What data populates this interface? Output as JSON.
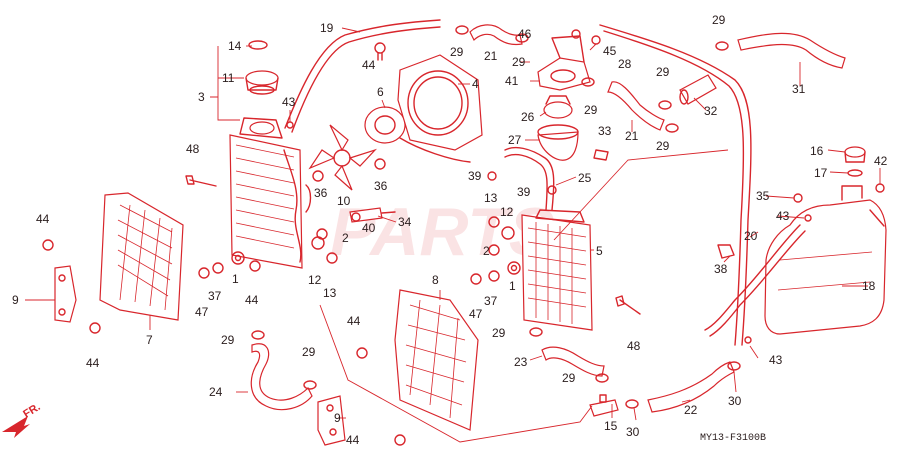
{
  "watermark": "PARTS",
  "direction_label": "FR.",
  "diagram_code": "MY13-F3100B",
  "colors": {
    "line": "#d8262c",
    "text": "#2a1d1d",
    "background": "#ffffff"
  },
  "callouts": {
    "c1": "1",
    "c1b": "1",
    "c2": "2",
    "c2b": "2",
    "c3": "3",
    "c4": "4",
    "c5": "5",
    "c6": "6",
    "c7": "7",
    "c8": "8",
    "c9": "9",
    "c9b": "9",
    "c10": "10",
    "c11": "11",
    "c12": "12",
    "c12b": "12",
    "c13": "13",
    "c13b": "13",
    "c14": "14",
    "c15": "15",
    "c16": "16",
    "c17": "17",
    "c18": "18",
    "c19": "19",
    "c20": "20",
    "c21": "21",
    "c21b": "21",
    "c22": "22",
    "c23": "23",
    "c24": "24",
    "c25": "25",
    "c26": "26",
    "c27": "27",
    "c28": "28",
    "c29a": "29",
    "c29b": "29",
    "c29c": "29",
    "c29d": "29",
    "c29e": "29",
    "c29f": "29",
    "c29g": "29",
    "c29h": "29",
    "c29i": "29",
    "c29j": "29",
    "c30": "30",
    "c30b": "30",
    "c31": "31",
    "c32": "32",
    "c33": "33",
    "c34": "34",
    "c35": "35",
    "c36": "36",
    "c36b": "36",
    "c37": "37",
    "c37b": "37",
    "c38": "38",
    "c39": "39",
    "c39b": "39",
    "c40": "40",
    "c41": "41",
    "c42": "42",
    "c43": "43",
    "c43b": "43",
    "c43c": "43",
    "c44a": "44",
    "c44b": "44",
    "c44c": "44",
    "c44d": "44",
    "c44e": "44",
    "c44f": "44",
    "c45": "45",
    "c46": "46",
    "c47": "47",
    "c47b": "47",
    "c48": "48",
    "c48b": "48"
  }
}
